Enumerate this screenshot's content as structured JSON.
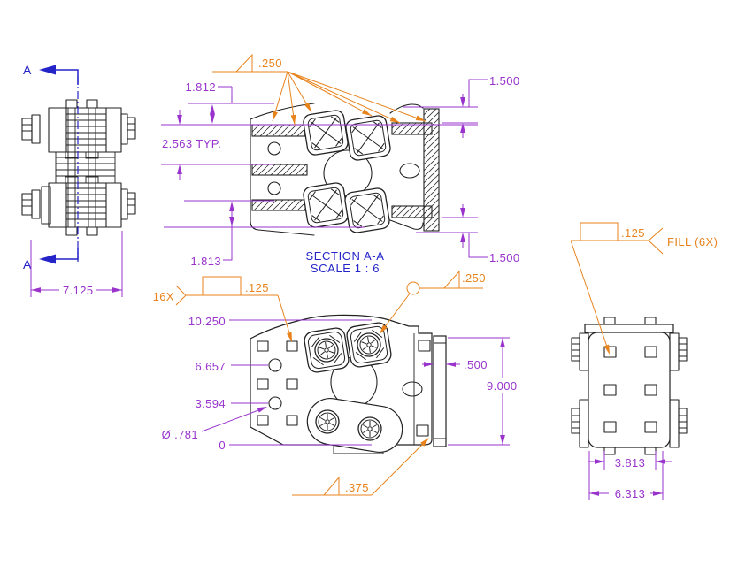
{
  "colors": {
    "dimension": "#9933CC",
    "weld": "#E8831C",
    "section": "#2424C8",
    "line": "#222222"
  },
  "side_view": {
    "section_label_top": "A",
    "section_label_bottom": "A",
    "dim_width": "7.125"
  },
  "section_view": {
    "title": "SECTION A-A",
    "scale": "SCALE 1 : 6",
    "weld_fillet_size": ".250",
    "dim_flange": "1.812",
    "dim_pitch": "2.563 TYP.",
    "dim_lower_flange": "1.813",
    "dim_top_offset": "1.500",
    "dim_bottom_offset": "1.500"
  },
  "front_view": {
    "weld_plug_qty": "16X",
    "weld_plug_size": ".125",
    "weld_perimeter_size": ".250",
    "weld_bottom_size": ".375",
    "ord_top": "10.250",
    "ord_upper_hole": "6.657",
    "ord_lower_hole": "3.594",
    "hole_diameter": "Ø .781",
    "ord_base": "0",
    "dim_plate_thk": ".500",
    "dim_height": "9.000"
  },
  "end_view": {
    "weld_plug_size": ".125",
    "weld_note": "FILL (6X)",
    "dim_tab_span": "3.813",
    "dim_overall_width": "6.313"
  }
}
